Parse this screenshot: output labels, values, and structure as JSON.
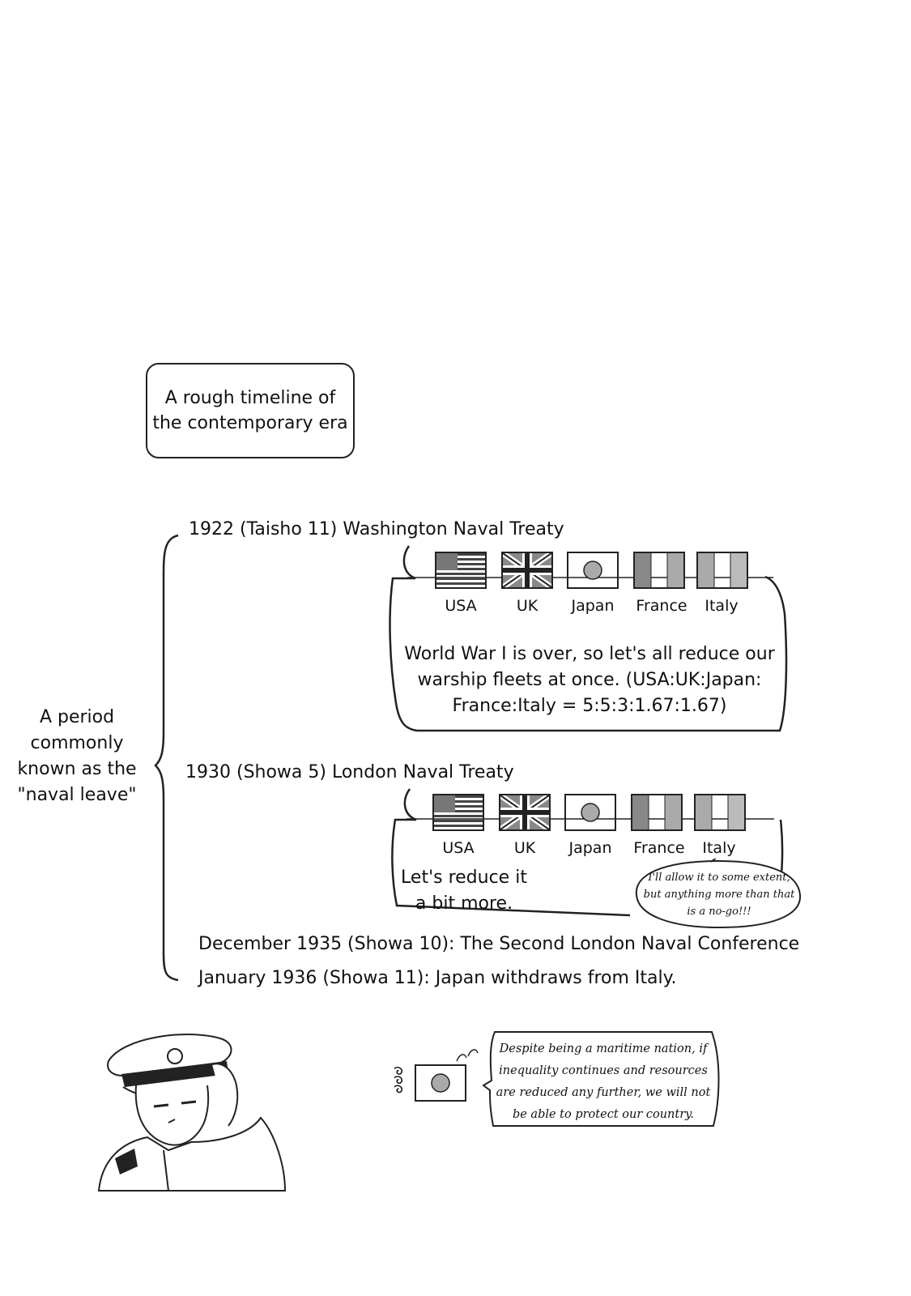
{
  "title_box": {
    "line1": "A rough timeline of",
    "line2": "the contemporary era"
  },
  "period_label": {
    "line1": "A period",
    "line2": "commonly",
    "line3": "known as the",
    "line4": "\"naval leave\""
  },
  "events": {
    "e1922": "1922 (Taisho 11) Washington Naval Treaty",
    "e1930": "1930 (Showa 5) London Naval Treaty",
    "e1935": "December 1935 (Showa 10): The Second London Naval Conference",
    "e1936": "January 1936 (Showa 11): Japan withdraws from Italy."
  },
  "flags": {
    "usa": "USA",
    "uk": "UK",
    "japan": "Japan",
    "france": "France",
    "italy": "Italy"
  },
  "bubble1": {
    "line1": "World War I is over, so let's all reduce our",
    "line2": "warship fleets at once. (USA:UK:Japan:",
    "line3": "France:Italy = 5:5:3:1.67:1.67)"
  },
  "bubble2": {
    "line1": "Let's reduce it",
    "line2": "a bit more."
  },
  "italy_bubble": {
    "line1": "I'll allow it to some extent,",
    "line2": "but anything more than that",
    "line3": "is a no-go!!!"
  },
  "japan_bubble": {
    "line1": "Despite being a maritime nation, if",
    "line2": "inequality continues and resources",
    "line3": "are reduced any further, we will not",
    "line4": "be able to protect our country."
  },
  "colors": {
    "ink": "#222222",
    "paper": "#ffffff",
    "tone": "#9a9a9a"
  },
  "icons": [
    "usa-flag-icon",
    "uk-flag-icon",
    "japan-flag-icon",
    "france-flag-icon",
    "italy-flag-icon",
    "naval-officer-illustration"
  ]
}
